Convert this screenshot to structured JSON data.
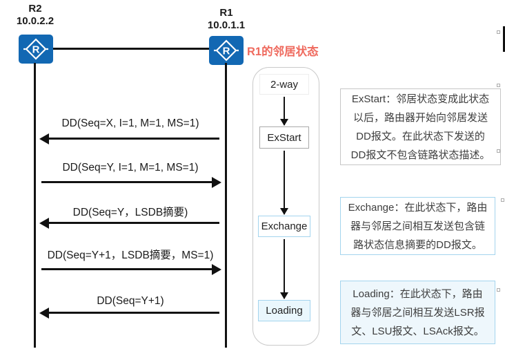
{
  "sequence": {
    "routers": [
      {
        "name": "R2",
        "ip": "10.0.2.2"
      },
      {
        "name": "R1",
        "ip": "10.0.1.1"
      }
    ],
    "router_glyph": "R",
    "messages": [
      {
        "label": "DD(Seq=X, I=1, M=1, MS=1)",
        "direction": "left",
        "from": "R1",
        "to": "R2"
      },
      {
        "label": "DD(Seq=Y, I=1, M=1, MS=1)",
        "direction": "right",
        "from": "R2",
        "to": "R1"
      },
      {
        "label": "DD(Seq=Y，LSDB摘要)",
        "direction": "left",
        "from": "R1",
        "to": "R2"
      },
      {
        "label": "DD(Seq=Y+1，LSDB摘要，MS=1)",
        "direction": "right",
        "from": "R2",
        "to": "R1"
      },
      {
        "label": "DD(Seq=Y+1)",
        "direction": "left",
        "from": "R1",
        "to": "R2"
      }
    ]
  },
  "state_machine": {
    "title": "R1的邻居状态",
    "states": [
      {
        "label": "2-way"
      },
      {
        "label": "ExStart"
      },
      {
        "label": "Exchange"
      },
      {
        "label": "Loading"
      }
    ]
  },
  "notes": [
    {
      "text": "ExStart：邻居状态变成此状态\n以后，路由器开始向邻居发送\nDD报文。在此状态下发送的\nDD报文不包含链路状态描述。"
    },
    {
      "text": "Exchange：在此状态下，路由\n器与邻居之间相互发送包含链\n路状态信息摘要的DD报文。"
    },
    {
      "text": "Loading：在此状态下，路由\n器与邻居之间相互发送LSR报\n文、LSU报文、LSAck报文。"
    }
  ],
  "colors": {
    "router_blue": "#1268b3",
    "line_black": "#111111",
    "title_red": "#ef6a5e",
    "note_gray_border": "#c6c6c6",
    "note_blue_border": "#a3d4ee",
    "note_blue_fill": "#eef7fc"
  }
}
